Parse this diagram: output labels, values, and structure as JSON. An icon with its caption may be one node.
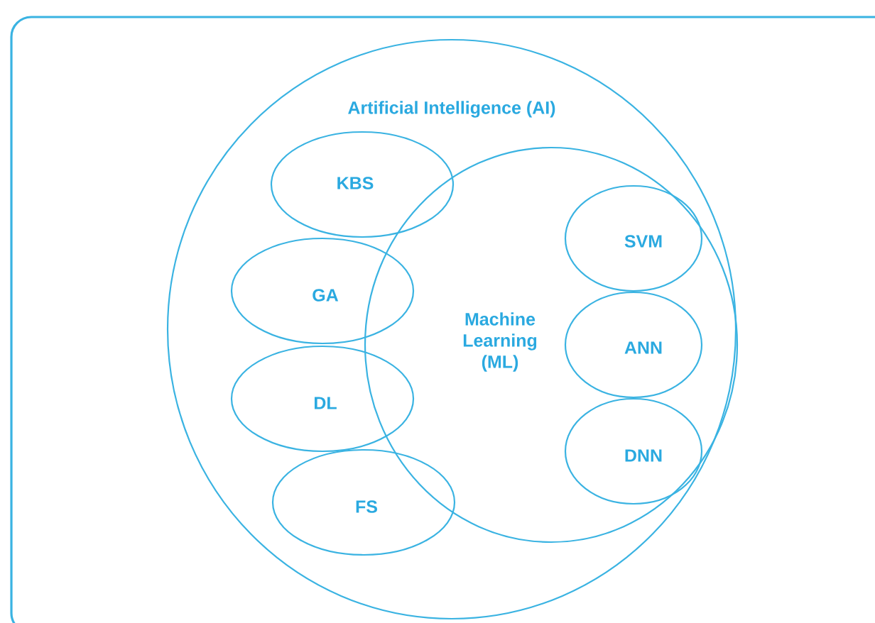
{
  "diagram": {
    "nodes": [
      {
        "text": [
          "Artificial Intelligence (AI)"
        ]
      },
      {
        "text": [
          "KBS"
        ],
        "in": 0
      },
      {
        "text": [
          "Machine Learning (ML)"
        ],
        "in": 0
      },
      {
        "text": [
          "GA"
        ],
        "in": 0
      },
      {
        "text": [
          "DL"
        ],
        "in": 0
      },
      {
        "text": [
          "FS"
        ],
        "in": 0
      },
      {
        "text": [
          "SVM"
        ],
        "in": 2
      },
      {
        "text": [
          "ANN"
        ],
        "in": 2
      },
      {
        "text": [
          "DNN"
        ],
        "in": 2
      }
    ]
  }
}
